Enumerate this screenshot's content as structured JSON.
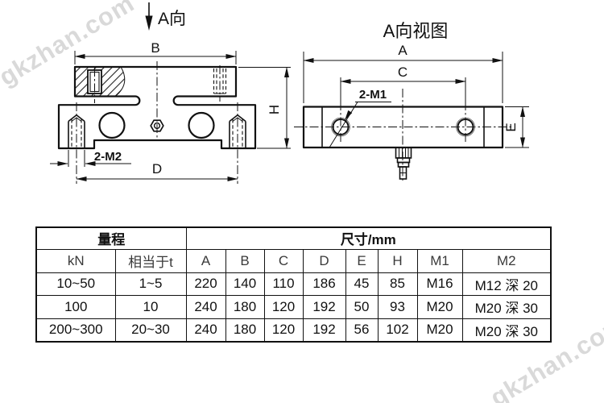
{
  "colors": {
    "line": "#111111",
    "watermark": "#d9d9d9",
    "background": "#ffffff"
  },
  "watermark": {
    "text": "gkzhan.com"
  },
  "left_drawing": {
    "view_label": "A向",
    "dim_width_top": "B",
    "dim_height": "H",
    "dim_width_bottom": "D",
    "thread_callout": "2-M2"
  },
  "right_drawing": {
    "title": "A向视图",
    "dim_width_overall": "A",
    "dim_hole_spacing": "C",
    "dim_thickness": "E",
    "thread_callout": "2-M1"
  },
  "table": {
    "group_headers": {
      "range": "量程",
      "size": "尺寸/mm"
    },
    "col_headers": [
      "kN",
      "相当于t",
      "A",
      "B",
      "C",
      "D",
      "E",
      "H",
      "M1",
      "M2"
    ],
    "rows": [
      [
        "10~50",
        "1~5",
        "220",
        "140",
        "110",
        "186",
        "45",
        "85",
        "M16",
        "M12 深 20"
      ],
      [
        "100",
        "10",
        "240",
        "180",
        "120",
        "192",
        "50",
        "93",
        "M20",
        "M20 深 30"
      ],
      [
        "200~300",
        "20~30",
        "240",
        "180",
        "120",
        "192",
        "56",
        "102",
        "M20",
        "M20 深 30"
      ]
    ]
  }
}
